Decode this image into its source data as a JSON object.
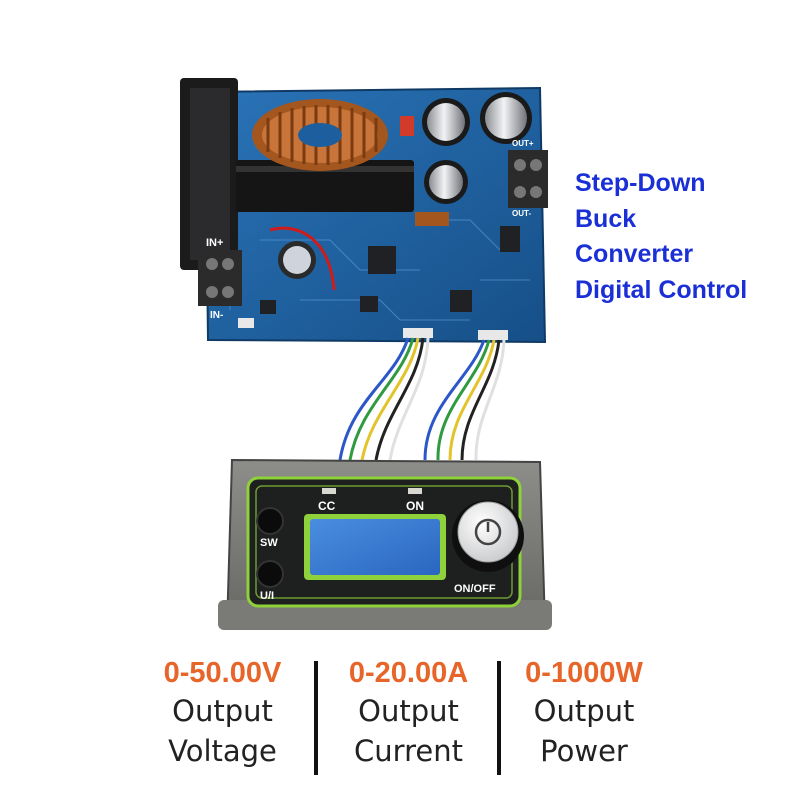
{
  "product": {
    "title_lines": [
      "Step-Down",
      "Buck",
      "Converter",
      "Digital Control"
    ],
    "title_color": "#1a2fd6"
  },
  "board": {
    "input_pos_label": "IN+",
    "input_neg_label": "IN-",
    "output_pos_label": "OUT+",
    "output_neg_label": "OUT-",
    "pcb_color": "#1d5f9e"
  },
  "display_panel": {
    "cc_label": "CC",
    "on_label": "ON",
    "sw_button_label": "SW",
    "ui_button_label": "U/I",
    "knob_label": "ON/OFF",
    "frame_accent": "#8fd13a"
  },
  "specs": {
    "value_color": "#e8652a",
    "items": [
      {
        "value": "0-50.00V",
        "line1": "Output",
        "line2": "Voltage"
      },
      {
        "value": "0-20.00A",
        "line1": "Output",
        "line2": "Current"
      },
      {
        "value": "0-1000W",
        "line1": "Output",
        "line2": "Power"
      }
    ]
  }
}
